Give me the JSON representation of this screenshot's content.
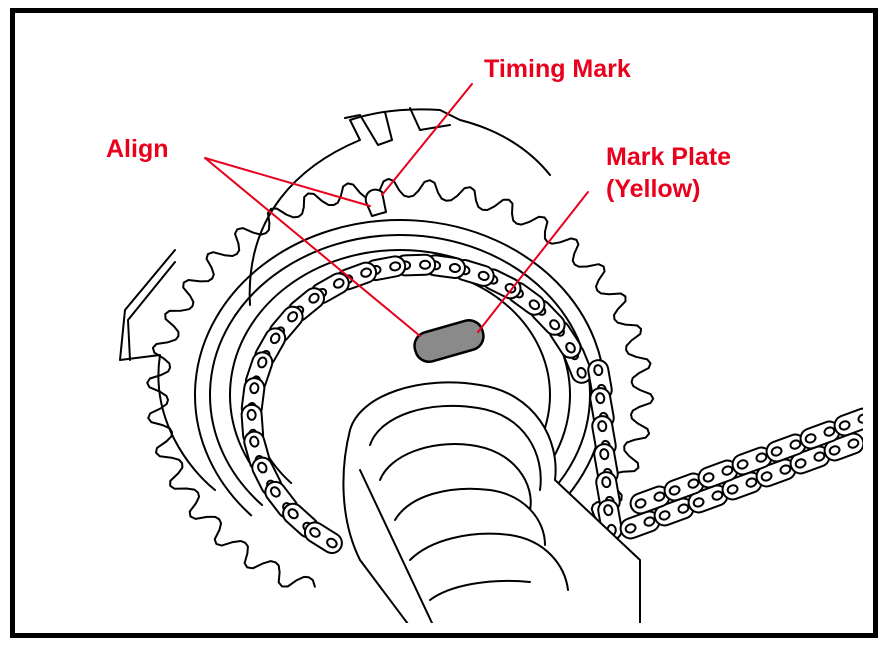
{
  "labels": {
    "timing_mark": "Timing Mark",
    "align": "Align",
    "mark_plate": "Mark Plate",
    "mark_plate_color": "(Yellow)"
  },
  "colors": {
    "label": "#e8001c",
    "line_art": "#000000",
    "mark_plate_fill": "#8a8a8a",
    "background": "#ffffff"
  }
}
